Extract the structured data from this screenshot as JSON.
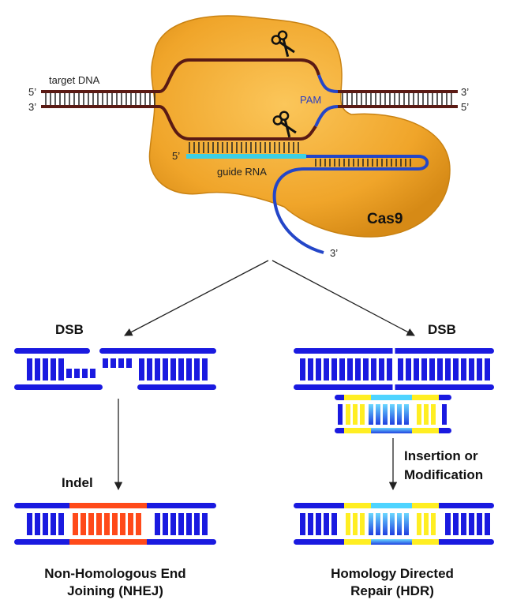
{
  "labels": {
    "target_dna": "target DNA",
    "five_prime": "5’",
    "three_prime": "3’",
    "pam": "PAM",
    "guide_rna": "guide RNA",
    "cas9": "Cas9",
    "dsb": "DSB",
    "indel": "Indel",
    "insertion_line1": "Insertion or",
    "insertion_line2": "Modification",
    "nhej_line1": "Non-Homologous End",
    "nhej_line2": "Joining (NHEJ)",
    "hdr_line1": "Homology Directed",
    "hdr_line2": "Repair (HDR)"
  },
  "colors": {
    "protein": "#f0a52a",
    "protein_edge": "#c98212",
    "dna_strand": "#5a1a14",
    "guide_rna": "#3bd0e6",
    "rna_tail": "#2446c8",
    "dna_block": "#1a1ae0",
    "donor": "#ffee22",
    "indel": "#ff4a1a"
  }
}
